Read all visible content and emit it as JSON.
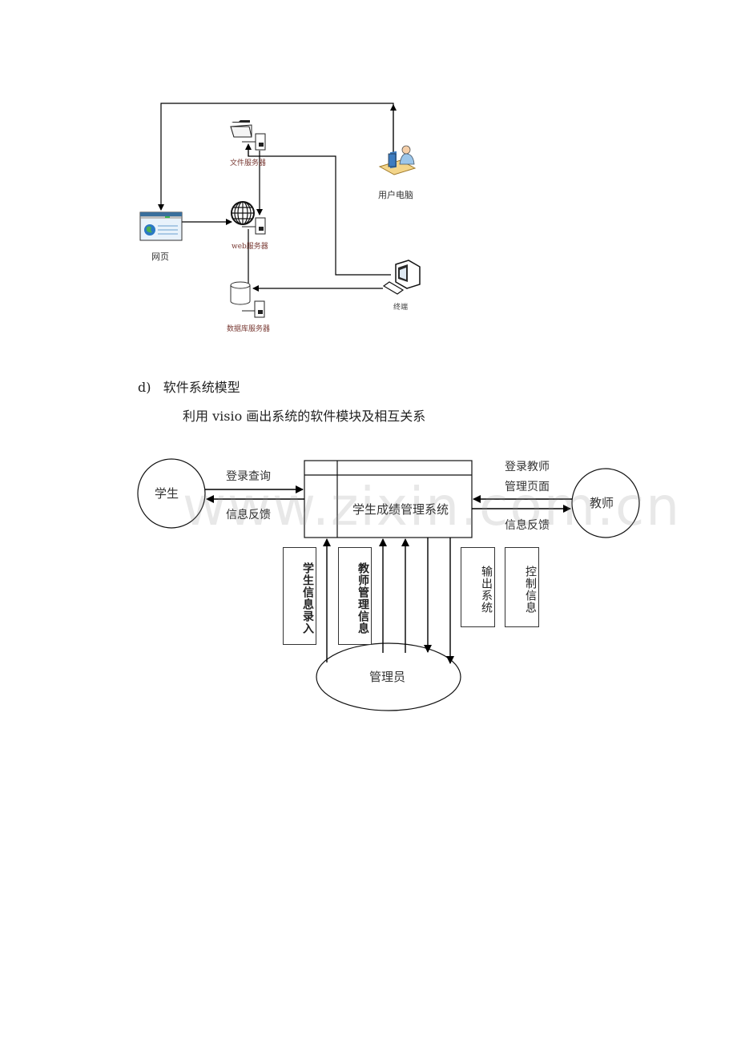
{
  "network_diagram": {
    "nodes": {
      "file_server": "文件服务器",
      "user_pc": "用户电脑",
      "webpage": "网页",
      "web_server": "web服务器",
      "terminal": "终端",
      "db_server": "数据库服务器"
    }
  },
  "section": {
    "marker": "d)",
    "title": "软件系统模型",
    "description": "利用 visio 画出系统的软件模块及相互关系"
  },
  "software_diagram": {
    "central_system": "学生成绩管理系统",
    "actors": {
      "student": "学生",
      "teacher": "教师",
      "admin": "管理员"
    },
    "student_flows": {
      "to_system": "登录查询",
      "from_system": "信息反馈"
    },
    "teacher_flows": {
      "to_system_line1": "登录教师",
      "to_system_line2": "管理页面",
      "from_system": "信息反馈"
    },
    "admin_flows": [
      {
        "label": "学生信息录入",
        "direction": "to_system"
      },
      {
        "label": "教师管理信息",
        "direction": "to_system"
      },
      {
        "label": "输出系统",
        "direction": "from_system"
      },
      {
        "label": "控制信息",
        "direction": "from_system"
      }
    ]
  },
  "watermark": "www.zixin.com.cn"
}
